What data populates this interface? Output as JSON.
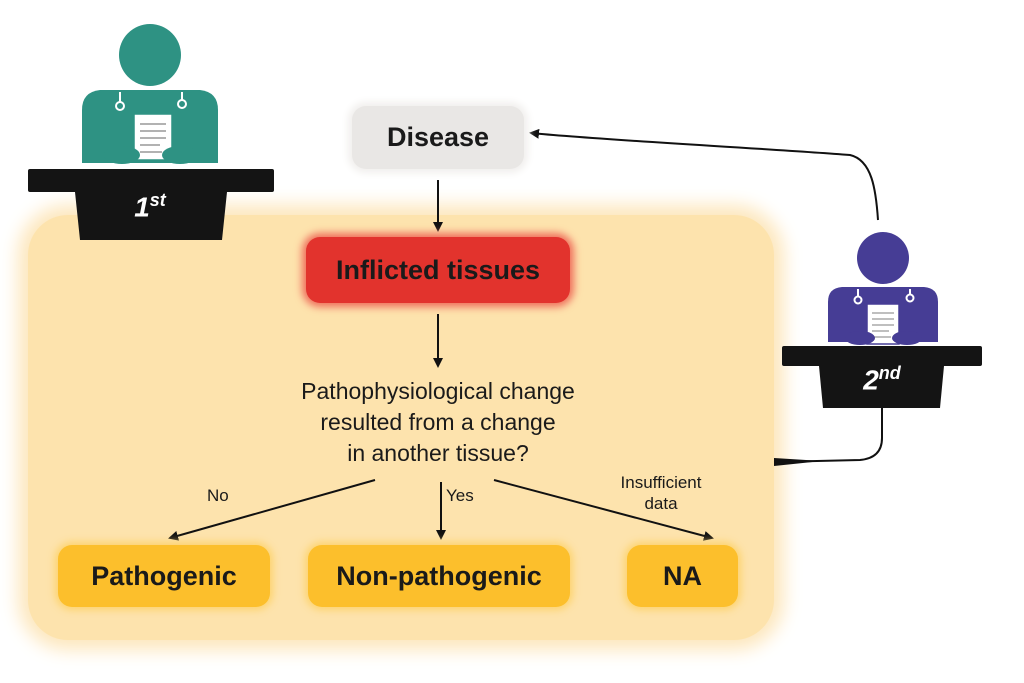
{
  "nodes": {
    "disease": "Disease",
    "inflicted": "Inflicted tissues",
    "question": [
      "Pathophysiological change",
      "resulted from a change",
      "in another tissue?"
    ],
    "outcomes": {
      "pathogenic": "Pathogenic",
      "non_pathogenic": "Non-pathogenic",
      "na": "NA"
    }
  },
  "edges": {
    "no": "No",
    "yes": "Yes",
    "insufficient": [
      "Insufficient",
      "data"
    ]
  },
  "annotators": {
    "first": {
      "main": "1",
      "sup": "st"
    },
    "second": {
      "main": "2",
      "sup": "nd"
    }
  },
  "colors": {
    "panel": "#fde3ad",
    "disease_box": "#e9e7e5",
    "inflicted_box": "#e2332d",
    "outcome_box": "#fcbf2c",
    "first_person": "#2e9283",
    "second_person": "#463d95",
    "desk": "#141414"
  },
  "icons": [
    "doctor-icon",
    "doctor-icon",
    "stethoscope-icon",
    "document-icon"
  ]
}
